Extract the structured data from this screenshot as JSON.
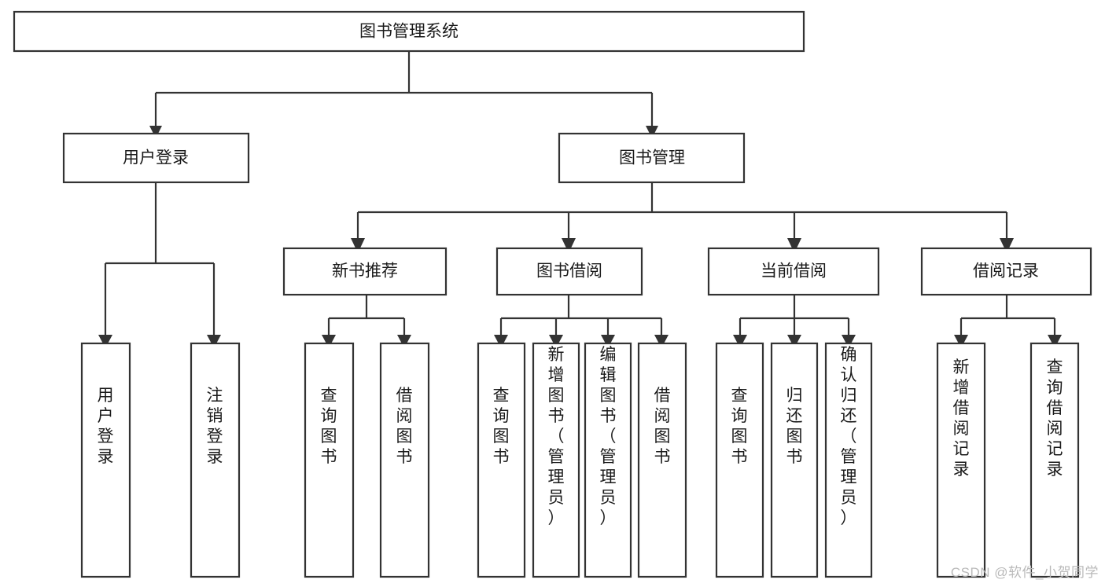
{
  "diagram": {
    "title": "图书管理系统",
    "watermark": "CSDN @软件_小贺同学",
    "colors": {
      "stroke": "#333333",
      "fill": "#ffffff",
      "text": "#1a1a1a",
      "watermark": "#b9b9b9",
      "background": "#ffffff"
    },
    "nodes": {
      "root": {
        "label": "图书管理系统"
      },
      "level2": [
        {
          "id": "user-login",
          "label": "用户登录"
        },
        {
          "id": "book-management",
          "label": "图书管理"
        }
      ],
      "level3": [
        {
          "id": "new-book-recommend",
          "label": "新书推荐"
        },
        {
          "id": "book-borrow",
          "label": "图书借阅"
        },
        {
          "id": "current-borrow",
          "label": "当前借阅"
        },
        {
          "id": "borrow-record",
          "label": "借阅记录"
        }
      ],
      "leaves": {
        "user-login": [
          {
            "id": "leaf-user-login",
            "label": "用户登录"
          },
          {
            "id": "leaf-logout-login",
            "label": "注销登录"
          }
        ],
        "new-book-recommend": [
          {
            "id": "leaf-query-book-1",
            "label": "查询图书"
          },
          {
            "id": "leaf-borrow-book-1",
            "label": "借阅图书"
          }
        ],
        "book-borrow": [
          {
            "id": "leaf-query-book-2",
            "label": "查询图书"
          },
          {
            "id": "leaf-add-book-admin",
            "label": "新增图书（管理员）"
          },
          {
            "id": "leaf-edit-book-admin",
            "label": "编辑图书（管理员）"
          },
          {
            "id": "leaf-borrow-book-2",
            "label": "借阅图书"
          }
        ],
        "current-borrow": [
          {
            "id": "leaf-query-book-3",
            "label": "查询图书"
          },
          {
            "id": "leaf-return-book",
            "label": "归还图书"
          },
          {
            "id": "leaf-confirm-return-admin",
            "label": "确认归还（管理员）"
          }
        ],
        "borrow-record": [
          {
            "id": "leaf-add-borrow-record",
            "label": "新增借阅记录"
          },
          {
            "id": "leaf-query-borrow-record",
            "label": "查询借阅记录"
          }
        ]
      }
    }
  }
}
